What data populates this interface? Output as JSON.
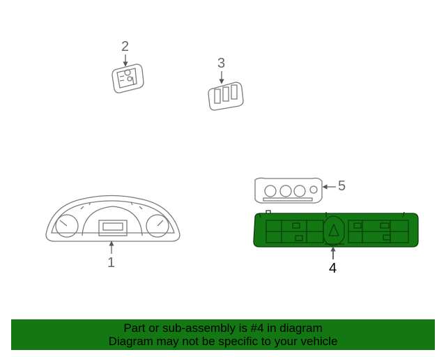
{
  "parts": [
    {
      "id": "instrument-cluster",
      "number": "1",
      "highlighted": false
    },
    {
      "id": "switch-2",
      "number": "2",
      "highlighted": false
    },
    {
      "id": "switch-3",
      "number": "3",
      "highlighted": false
    },
    {
      "id": "center-switch-panel",
      "number": "4",
      "highlighted": true
    },
    {
      "id": "climate-control",
      "number": "5",
      "highlighted": false
    }
  ],
  "colors": {
    "highlight_fill": "#137813",
    "line": "#7a7a7a",
    "banner_bg": "#137813"
  },
  "banner": {
    "line1": "Part or sub-assembly is #4 in diagram",
    "line2": "Diagram may not be specific to your vehicle"
  }
}
